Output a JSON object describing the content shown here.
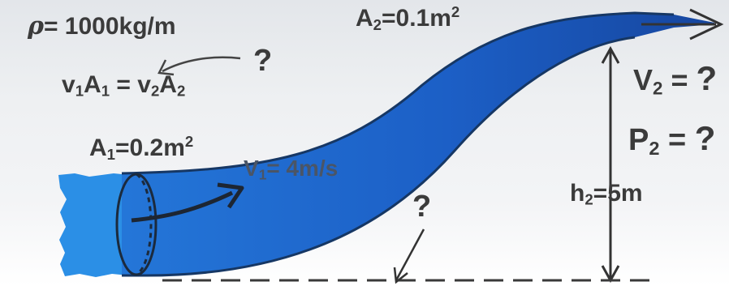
{
  "density": {
    "symbol": "ρ",
    "text": "= 1000kg/m"
  },
  "continuity": {
    "v1": "v",
    "s1": "1",
    "a1": "A",
    "s1b": "1",
    "eq": " = ",
    "v2": "v",
    "s2": "2",
    "a2": "A",
    "s2b": "2"
  },
  "question_top": "?",
  "area2": {
    "base": "A",
    "sub": "2",
    "text": "=0.1m",
    "sup": "2"
  },
  "area1": {
    "base": "A",
    "sub": "1",
    "text": "=0.2m",
    "sup": "2"
  },
  "velocity1": {
    "base": "V",
    "sub": "1",
    "text": "= 4m/s"
  },
  "velocity2": {
    "base": "V",
    "sub": "2",
    "eq": " = ",
    "q": "?"
  },
  "pressure2": {
    "base": "P",
    "sub": "2",
    "eq": " = ",
    "q": "?"
  },
  "height2": {
    "base": "h",
    "sub": "2",
    "text": "=5m"
  },
  "question_bottom": "?",
  "colors": {
    "water": "#1f63c9",
    "water_dark": "#0f3f9a",
    "splash": "#2b8fe6",
    "ink": "#3b3b3b"
  }
}
